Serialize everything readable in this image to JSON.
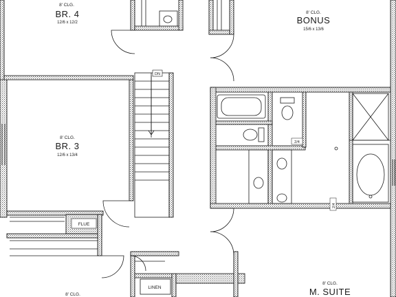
{
  "rooms": {
    "br4": {
      "ceiling": "8' CLG.",
      "name": "BR. 4",
      "dims": "12/6 x 12/2"
    },
    "bonus": {
      "ceiling": "8' CLG.",
      "name": "BONUS",
      "dims": "15/6 x 13/6"
    },
    "br3": {
      "ceiling": "8' CLG.",
      "name": "BR. 3",
      "dims": "12/6 x 13/4"
    },
    "msuite": {
      "ceiling": "8' CLG.",
      "name": "M. SUITE"
    },
    "bottom_left": {
      "ceiling": "8' CLG."
    }
  },
  "labels": {
    "stair_direction": "DN",
    "flue": "FLUE",
    "linen": "LINEN",
    "wall_a": "2/4",
    "wall_b": "2/4"
  }
}
